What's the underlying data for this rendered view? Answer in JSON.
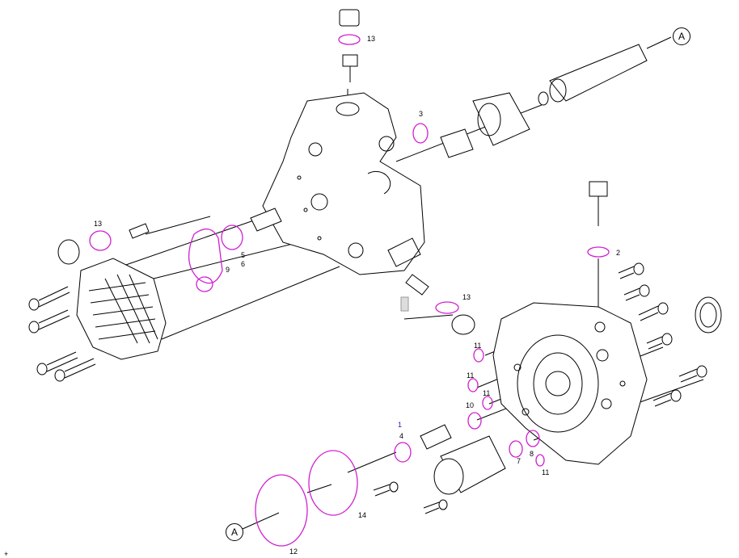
{
  "diagram": {
    "colors": {
      "line": "#000000",
      "seal": "#d020d0",
      "highlight_label": "#2020c0"
    },
    "callouts": [
      "A",
      "A"
    ],
    "labels": [
      "13",
      "3",
      "13",
      "5",
      "6",
      "9",
      "2",
      "13",
      "11",
      "11",
      "11",
      "10",
      "1",
      "4",
      "7",
      "8",
      "11",
      "14",
      "12"
    ],
    "corner_mark": "+"
  }
}
